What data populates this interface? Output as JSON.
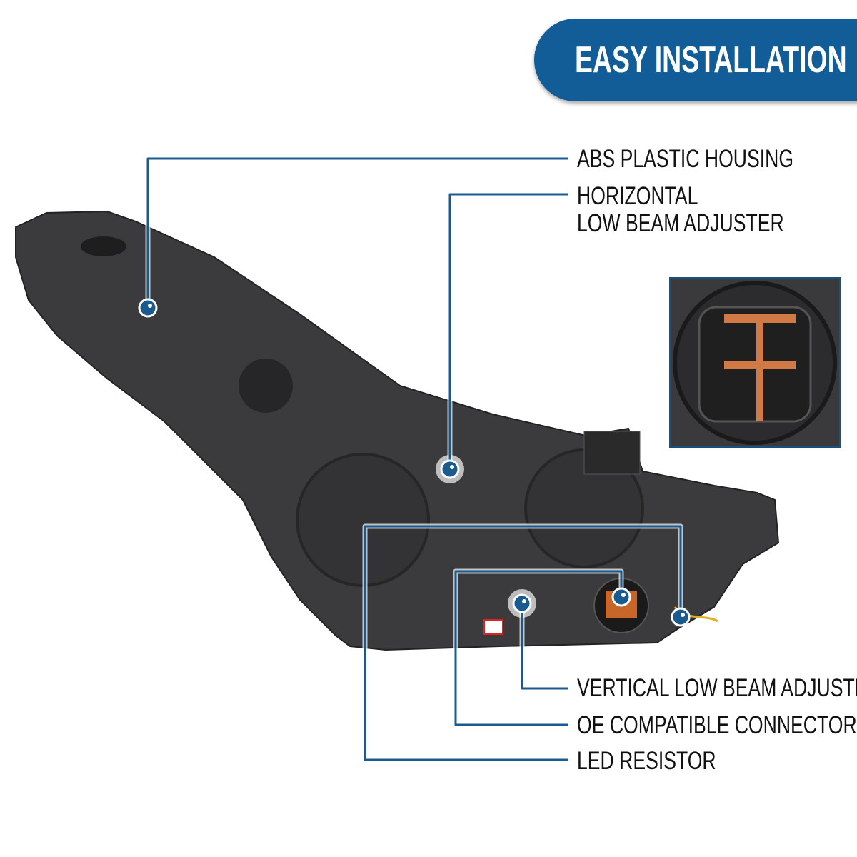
{
  "banner": {
    "title": "EASY INSTALLATION"
  },
  "callouts": [
    {
      "label": "ABS PLASTIC HOUSING"
    },
    {
      "label_line1": "HORIZONTAL",
      "label_line2": "LOW BEAM ADJUSTER"
    },
    {
      "label": "VERTICAL LOW BEAM ADJUSTER"
    },
    {
      "label": "OE COMPATIBLE CONNECTOR"
    },
    {
      "label": "LED RESISTOR"
    }
  ],
  "colors": {
    "accent": "#125d98",
    "line": "#1a5a8f",
    "housing": "#3b3b3d"
  }
}
